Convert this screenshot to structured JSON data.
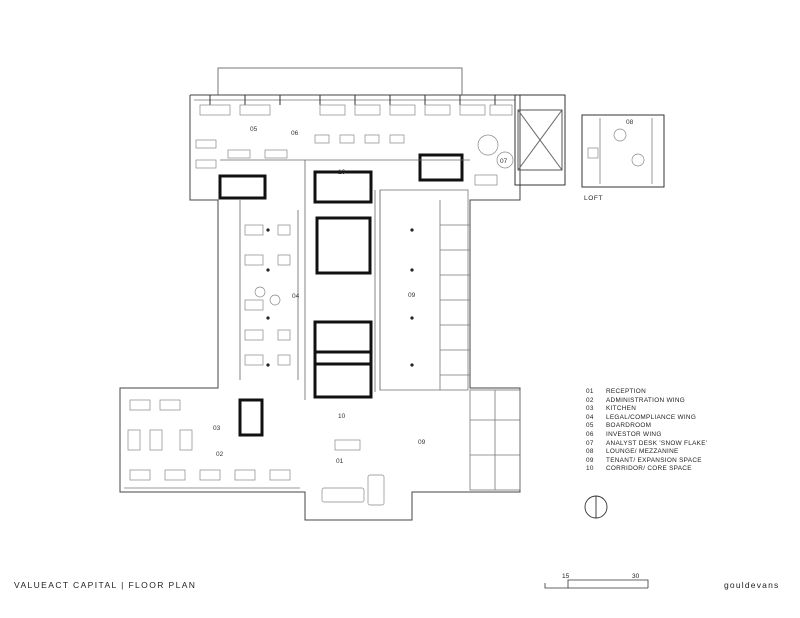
{
  "title": "VALUEACT CAPITAL | FLOOR PLAN",
  "brand": "gouldevans",
  "loft_label": "LOFT",
  "scale": {
    "mid": "15",
    "end": "30"
  },
  "room_tags": {
    "r05": "05",
    "r06": "06",
    "r07": "07",
    "r08": "08",
    "r10_top": "10",
    "r04": "04",
    "r09_top": "09",
    "r03": "03",
    "r02": "02",
    "r01": "01",
    "r10_bottom": "10",
    "r09_bottom": "09"
  },
  "legend": [
    {
      "num": "01",
      "label": "RECEPTION"
    },
    {
      "num": "02",
      "label": "ADMINISTRATION WING"
    },
    {
      "num": "03",
      "label": "KITCHEN"
    },
    {
      "num": "04",
      "label": "LEGAL/COMPLIANCE WING"
    },
    {
      "num": "05",
      "label": "BOARDROOM"
    },
    {
      "num": "06",
      "label": "INVESTOR WING"
    },
    {
      "num": "07",
      "label": "ANALYST DESK 'SNOW FLAKE'"
    },
    {
      "num": "08",
      "label": "LOUNGE/ MEZZANINE"
    },
    {
      "num": "09",
      "label": "TENANT/ EXPANSION SPACE"
    },
    {
      "num": "10",
      "label": "CORRIDOR/ CORE SPACE"
    }
  ],
  "colors": {
    "wall": "#111111",
    "line": "#555555",
    "furniture": "#888888"
  }
}
